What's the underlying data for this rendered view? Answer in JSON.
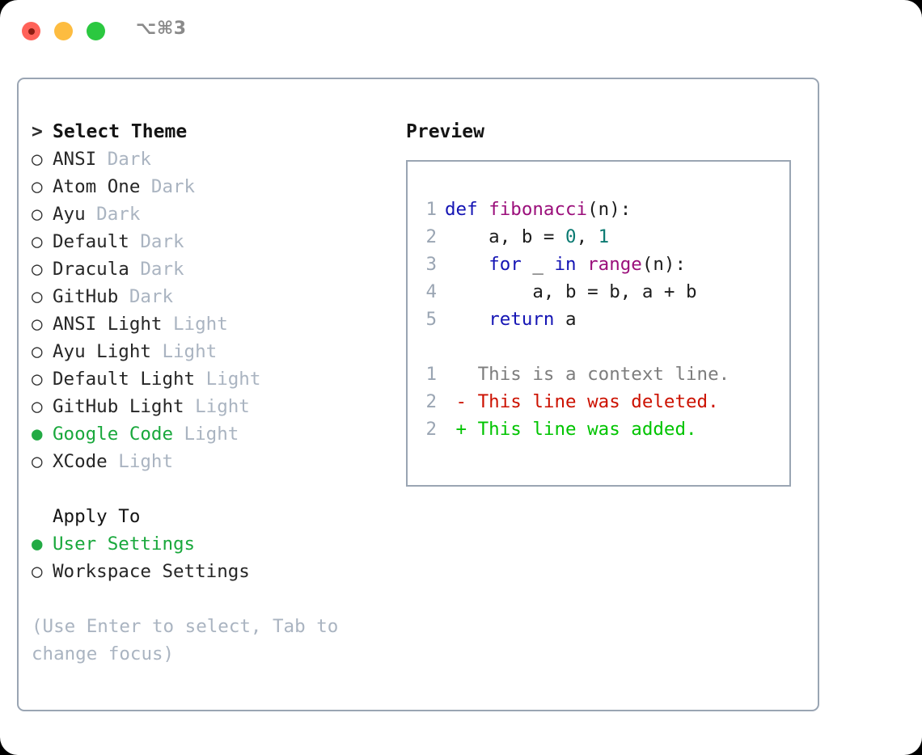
{
  "window": {
    "shortcut": "⌥⌘3",
    "traffic_lights": [
      "close-dot",
      "minimize-dot",
      "maximize-dot"
    ],
    "colors": {
      "close": "#ff6259",
      "minimize": "#fdbc40",
      "maximize": "#2bc840",
      "panel_border": "#9aa5b3",
      "accent_green": "#19a83c",
      "muted": "#aab4c1"
    }
  },
  "theme_list": {
    "header_prefix": ">",
    "header": "Select Theme",
    "marker_selected": "●",
    "marker_unselected": "○",
    "items": [
      {
        "name": "ANSI",
        "category": "Dark",
        "selected": false
      },
      {
        "name": "Atom One",
        "category": "Dark",
        "selected": false
      },
      {
        "name": "Ayu",
        "category": "Dark",
        "selected": false
      },
      {
        "name": "Default",
        "category": "Dark",
        "selected": false
      },
      {
        "name": "Dracula",
        "category": "Dark",
        "selected": false
      },
      {
        "name": "GitHub",
        "category": "Dark",
        "selected": false
      },
      {
        "name": "ANSI Light",
        "category": "Light",
        "selected": false
      },
      {
        "name": "Ayu Light",
        "category": "Light",
        "selected": false
      },
      {
        "name": "Default Light",
        "category": "Light",
        "selected": false
      },
      {
        "name": "GitHub Light",
        "category": "Light",
        "selected": false
      },
      {
        "name": "Google Code",
        "category": "Light",
        "selected": true
      },
      {
        "name": "XCode",
        "category": "Light",
        "selected": false
      }
    ]
  },
  "apply_to": {
    "header": "Apply To",
    "options": [
      {
        "label": "User Settings",
        "selected": true
      },
      {
        "label": "Workspace Settings",
        "selected": false
      }
    ]
  },
  "hint": "(Use Enter to select, Tab to change focus)",
  "preview": {
    "title": "Preview",
    "code_lines": [
      {
        "num": "1",
        "tokens": [
          {
            "t": "def",
            "c": "kw"
          },
          {
            "t": " ",
            "c": "pl"
          },
          {
            "t": "fibonacci",
            "c": "fn"
          },
          {
            "t": "(n):",
            "c": "pl"
          }
        ]
      },
      {
        "num": "2",
        "tokens": [
          {
            "t": "    a, b = ",
            "c": "pl"
          },
          {
            "t": "0",
            "c": "num"
          },
          {
            "t": ", ",
            "c": "pl"
          },
          {
            "t": "1",
            "c": "num"
          }
        ]
      },
      {
        "num": "3",
        "tokens": [
          {
            "t": "    ",
            "c": "pl"
          },
          {
            "t": "for",
            "c": "kw"
          },
          {
            "t": " _ ",
            "c": "pl"
          },
          {
            "t": "in",
            "c": "kw"
          },
          {
            "t": " ",
            "c": "pl"
          },
          {
            "t": "range",
            "c": "fn"
          },
          {
            "t": "(n):",
            "c": "pl"
          }
        ]
      },
      {
        "num": "4",
        "tokens": [
          {
            "t": "        a, b = b, a + b",
            "c": "pl"
          }
        ]
      },
      {
        "num": "5",
        "tokens": [
          {
            "t": "    ",
            "c": "pl"
          },
          {
            "t": "return",
            "c": "kw"
          },
          {
            "t": " a",
            "c": "pl"
          }
        ]
      }
    ],
    "diff_lines": [
      {
        "num": "1",
        "sign": " ",
        "text": "This is a context line.",
        "kind": "ctx"
      },
      {
        "num": "2",
        "sign": "-",
        "text": "This line was deleted.",
        "kind": "del"
      },
      {
        "num": "2",
        "sign": "+",
        "text": "This line was added.",
        "kind": "add"
      }
    ]
  }
}
